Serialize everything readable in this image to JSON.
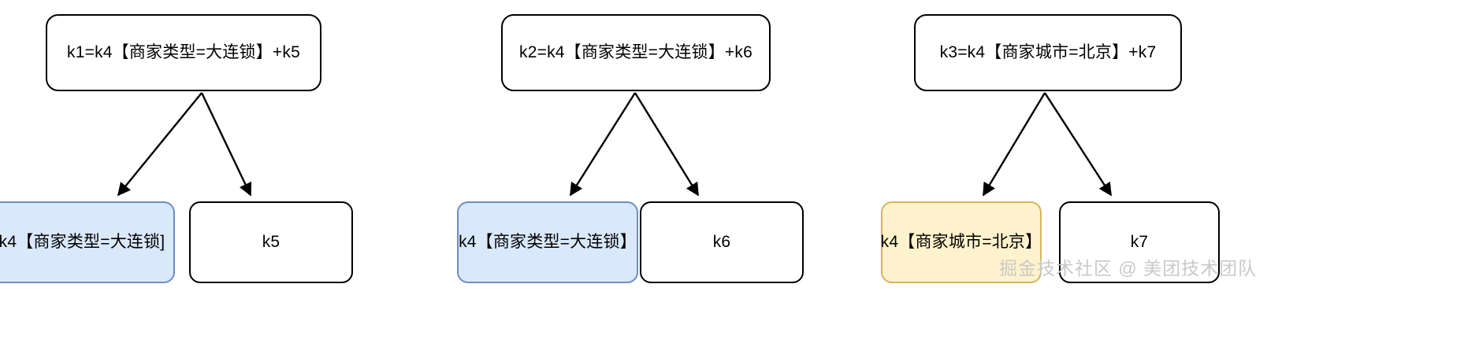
{
  "diagram": {
    "title": "",
    "background_color": "#ffffff",
    "palette": {
      "node_border": "#000000",
      "node_fill": "#ffffff",
      "highlight_blue_fill": "#dae8fc",
      "highlight_blue_border": "#6c8ebf",
      "highlight_yellow_fill": "#fff2cc",
      "highlight_yellow_border": "#d6b656",
      "edge_color": "#000000",
      "watermark_color": "#c9c9c9"
    },
    "groups": [
      {
        "id": "group-1",
        "parent": {
          "text": "k1=k4【商家类型=大连锁】+k5",
          "style": "plain"
        },
        "children": [
          {
            "text": "k4【商家类型=大连锁]",
            "style": "blue"
          },
          {
            "text": "k5",
            "style": "plain"
          }
        ]
      },
      {
        "id": "group-2",
        "parent": {
          "text": "k2=k4【商家类型=大连锁】+k6",
          "style": "plain"
        },
        "children": [
          {
            "text": "k4【商家类型=大连锁】",
            "style": "blue"
          },
          {
            "text": "k6",
            "style": "plain"
          }
        ]
      },
      {
        "id": "group-3",
        "parent": {
          "text": "k3=k4【商家城市=北京】+k7",
          "style": "plain"
        },
        "children": [
          {
            "text": "k4【商家城市=北京】",
            "style": "yellow"
          },
          {
            "text": "k7",
            "style": "plain"
          }
        ]
      }
    ]
  },
  "watermark": {
    "text": "掘金技术社区 @ 美团技术团队"
  }
}
